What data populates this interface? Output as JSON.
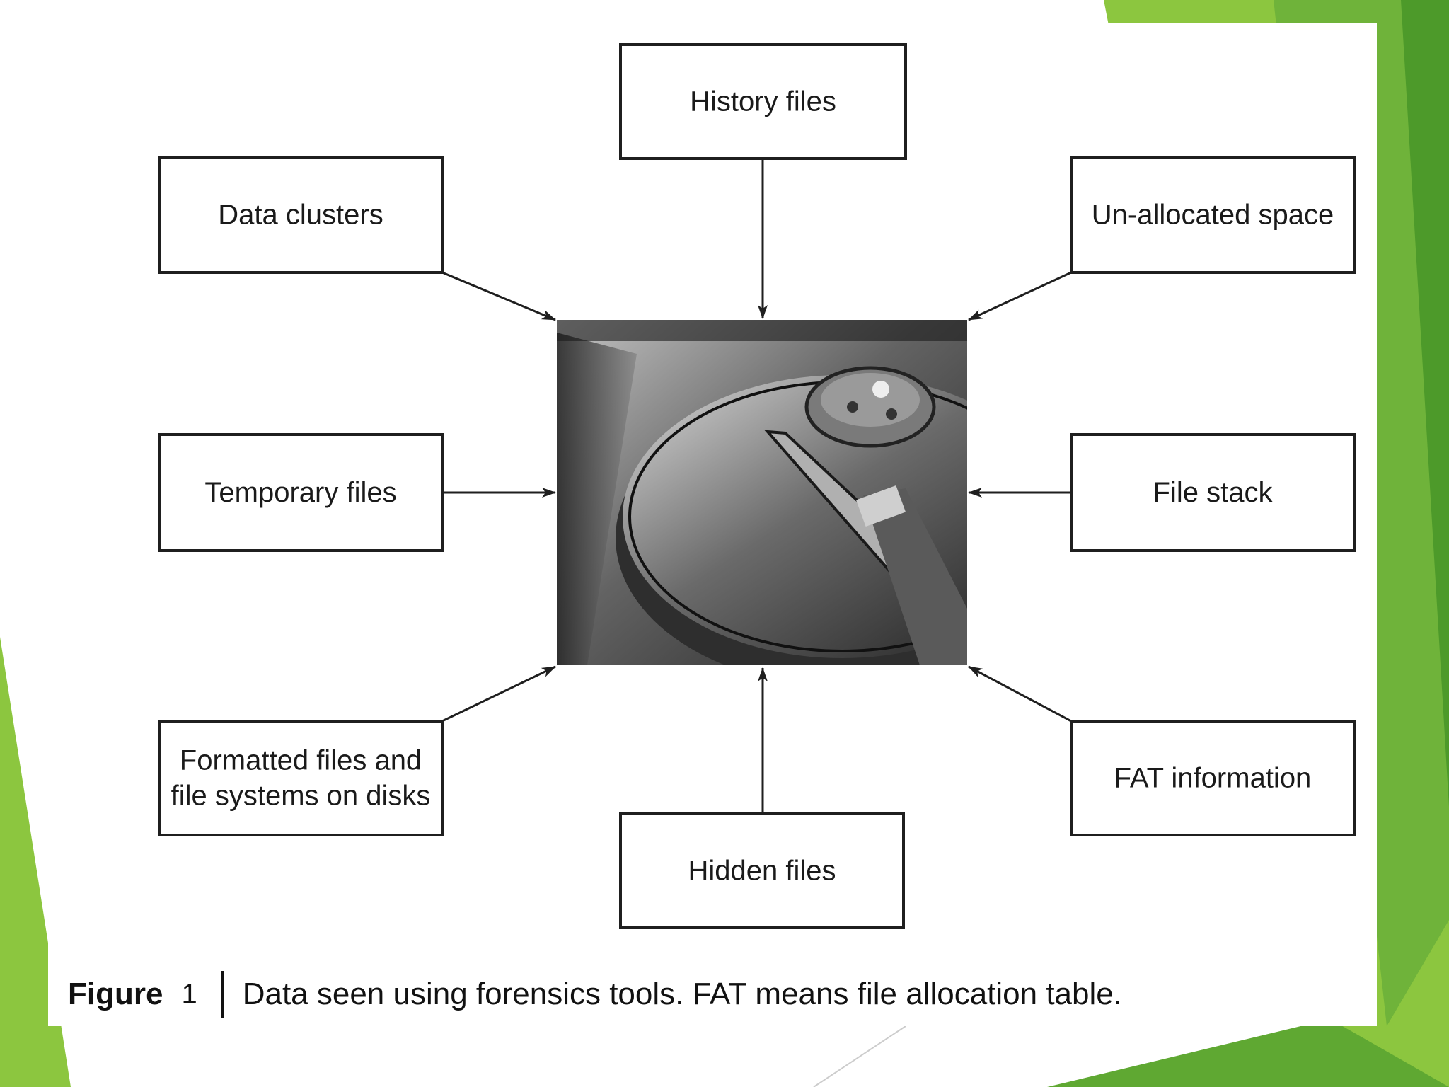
{
  "theme": {
    "accent_light": "#8cc63f",
    "accent_dark": "#4d9a2a",
    "accent_mid": "#6fb33a",
    "box_stroke": "#1f1f1f"
  },
  "diagram": {
    "center": {
      "image": "hard-drive-photo"
    },
    "nodes": [
      {
        "id": "history-files",
        "lines": [
          "History files"
        ]
      },
      {
        "id": "data-clusters",
        "lines": [
          "Data clusters"
        ]
      },
      {
        "id": "unallocated-space",
        "lines": [
          "Un-allocated space"
        ]
      },
      {
        "id": "temporary-files",
        "lines": [
          "Temporary files"
        ]
      },
      {
        "id": "file-stack",
        "lines": [
          "File stack"
        ]
      },
      {
        "id": "formatted-files",
        "lines": [
          "Formatted files and",
          "file systems on disks"
        ]
      },
      {
        "id": "fat-information",
        "lines": [
          "FAT information"
        ]
      },
      {
        "id": "hidden-files",
        "lines": [
          "Hidden files"
        ]
      }
    ]
  },
  "caption": {
    "label": "Figure",
    "number": "1",
    "text": "Data seen using forensics tools. FAT means file allocation table."
  }
}
